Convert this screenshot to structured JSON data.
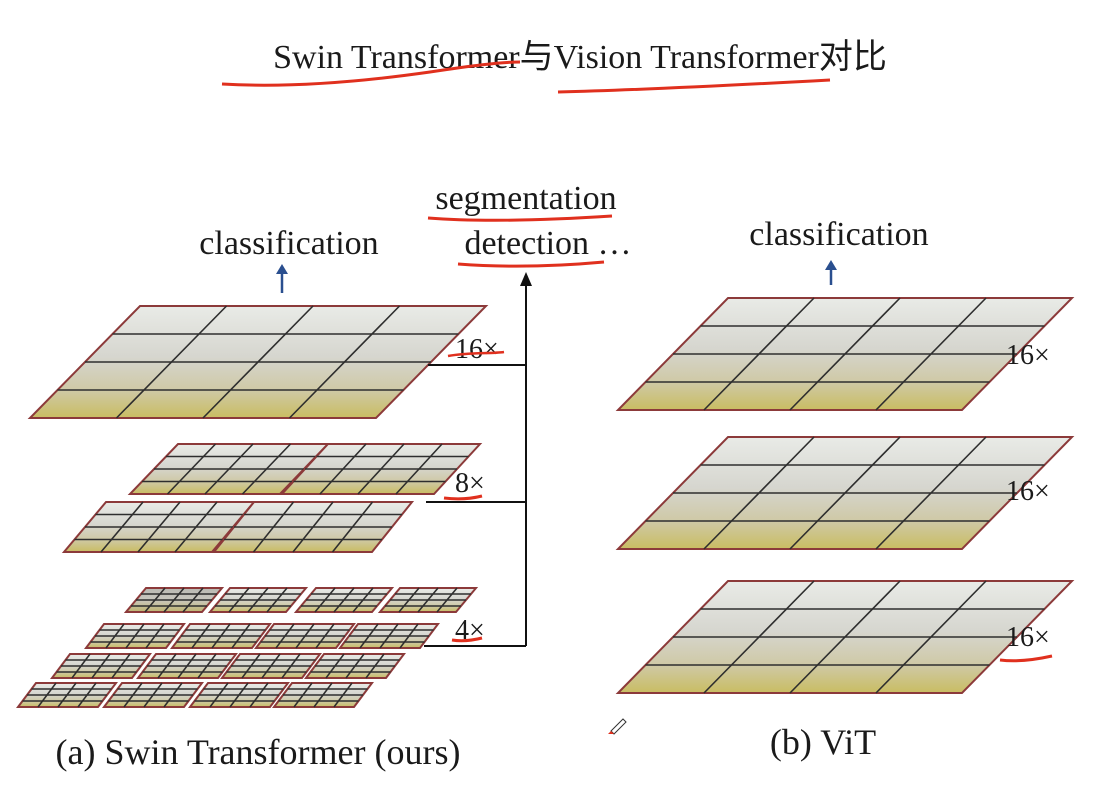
{
  "title": "Swin Transformer与Vision Transformer对比",
  "left": {
    "task_top": "classification",
    "task_dense_1": "segmentation",
    "task_dense_2": "detection …",
    "scales": [
      "16×",
      "8×",
      "4×"
    ],
    "caption": "(a) Swin Transformer (ours)"
  },
  "right": {
    "task_top": "classification",
    "scales": [
      "16×",
      "16×",
      "16×"
    ],
    "caption": "(b) ViT"
  },
  "colors": {
    "annotation_red": "#e0301e",
    "arrow_blue": "#2a4f8f",
    "patch_border": "#8c3a3a",
    "grid_line": "#2e2e2e"
  }
}
